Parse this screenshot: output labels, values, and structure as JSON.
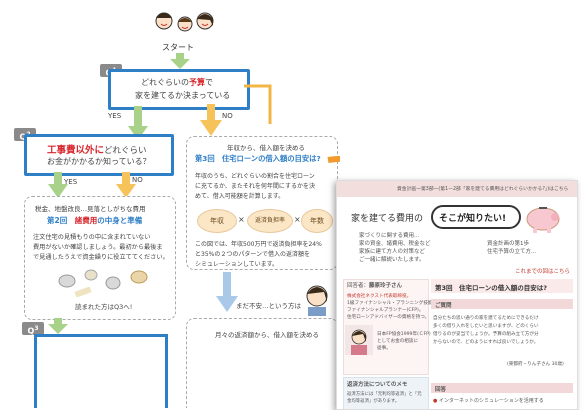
{
  "flowchart": {
    "start_label": "スタート",
    "q1": {
      "tag": "Q",
      "num": "1",
      "line1_pre": "どれぐらいの",
      "line1_hl": "予算",
      "line1_post": "で",
      "line2": "家を建てるか決まっている"
    },
    "q1_yes": "YES",
    "q1_no": "NO",
    "q2": {
      "tag": "Q",
      "num": "2",
      "line1_hl": "工事費以外に",
      "line1_post": "どれぐらい",
      "line2": "お金がかかるか知っている？"
    },
    "q2_yes": "YES",
    "q2_no": "NO",
    "card_left": {
      "subtitle": "税金、地盤改良…見落としがちな費用",
      "title_pre": "第2回",
      "title_hl": "諸費用",
      "title_post": "の中身と準備",
      "body": [
        "注文住宅の見積もりの中に含まれていない",
        "費用がないか確認しましょう。最初から最後ま",
        "で見通したうえで資金繰りに役立ててください。"
      ],
      "footer": "読まれた方はQ3へ!"
    },
    "card_right": {
      "subtitle": "年収から、借入額を決める",
      "title_pre": "第3回",
      "title_hl": "住宅ローンの借入額の目安は",
      "title_post": "?",
      "body": [
        "年収のうち、どれぐらいの割合を住宅ローン",
        "に充てるか、またそれを何年間にするかを決",
        "めて、借入可能額を計算します。"
      ],
      "formula": [
        "年収",
        "×",
        "返済負担率",
        "×",
        "年数"
      ],
      "body2": [
        "この図では、年収500万円で返済負担率を24%",
        "と35%の２つのパターンで借入の返済額を",
        "シミュレーションしています。"
      ]
    },
    "worry": "まだ不安…という方は",
    "monthly": "月々の返済額から、借入額を決める",
    "q3": {
      "tag": "Q",
      "num": "3"
    }
  },
  "brochure": {
    "header_text": "資金計画一第3部一(第1ー2部「家を建てる費用はどれぐらいかかる?」)はこちら",
    "headline_pre": "家を建てる費用の",
    "headline_hl": "そこが知りたい!",
    "lead": [
      "家づくりに関する費用...",
      "家の資金、諸費用、税金など",
      "家族に建て方人の対策など",
      "ご一緒に解説いたします。"
    ],
    "side_note": [
      "資金計画の第1歩",
      "住宅予算の立て方..."
    ],
    "link": "これまでの回はこちら",
    "person_label": "回答者：",
    "person_name": "藤原玲子さん",
    "article_title": "第3回　住宅ローンの借入額の目安は?",
    "profile": [
      "株式会社ネクスト代表取締役。",
      "1級ファイナンシャル・プランニング技能士。",
      "ファイナンシャルプランナー(CFP)。",
      "住宅ローンアドバイザーの資格を持つ。"
    ],
    "profile2": [
      "日本FP協会1999年(ＣFP)",
      "としてお金の相談に",
      "従事。"
    ],
    "section1": "ご質問",
    "question": [
      "自分たちの思い通りの家を建てるためにできるだけ",
      "多くの借り入れをしたいと思いますが、どのくらい",
      "借りるのが妥当でしょうか。予算の組み立て方が分",
      "からないので、どのようにすれば良いでしょうか。"
    ],
    "question_sig": "(東都府・りん子さん 30歳)",
    "memo_title": "返済方法についてのメモ",
    "memo_body": [
      "返済方法には「元利均等返済」と「元",
      "金均等返済」があります。"
    ],
    "section2": "回答",
    "answer_item": "インターネットのシミュレーションを活用する"
  }
}
